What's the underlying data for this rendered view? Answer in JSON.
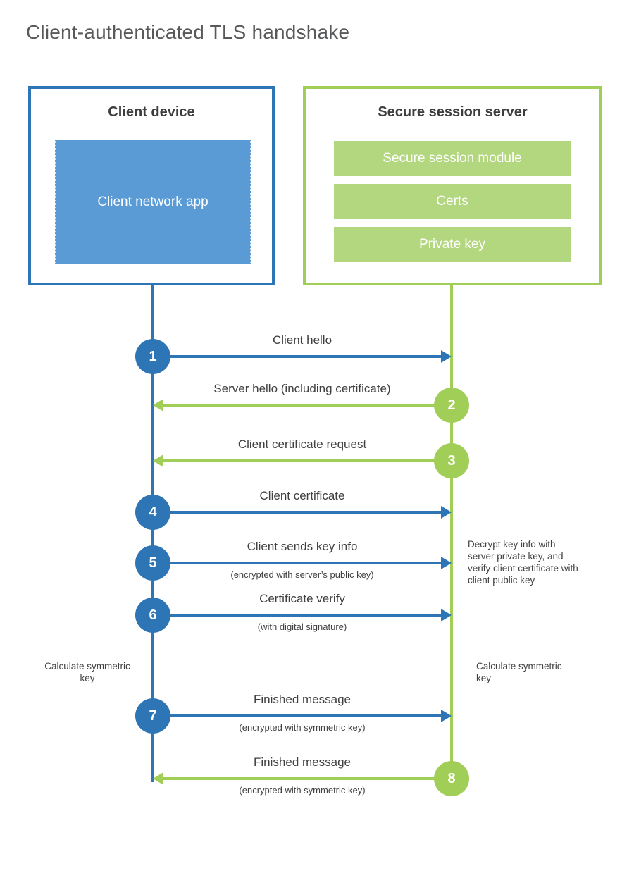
{
  "title": "Client-authenticated TLS handshake",
  "colors": {
    "blue_line": "#2e75b6",
    "blue_fill": "#5b9bd5",
    "green_line": "#a1ce56",
    "green_fill": "#b3d77e",
    "label_text": "#404040",
    "title_text": "#58595b"
  },
  "client": {
    "title": "Client device",
    "app_label": "Client network app"
  },
  "server": {
    "title": "Secure session server",
    "modules": [
      "Secure session module",
      "Certs",
      "Private key"
    ]
  },
  "steps": [
    {
      "num": "1",
      "direction": "client-to-server",
      "label": "Client hello",
      "sublabel": ""
    },
    {
      "num": "2",
      "direction": "server-to-client",
      "label": "Server hello (including certificate)",
      "sublabel": ""
    },
    {
      "num": "3",
      "direction": "server-to-client",
      "label": "Client certificate request",
      "sublabel": ""
    },
    {
      "num": "4",
      "direction": "client-to-server",
      "label": "Client certificate",
      "sublabel": ""
    },
    {
      "num": "5",
      "direction": "client-to-server",
      "label": "Client sends key info",
      "sublabel": "(encrypted with server’s public key)"
    },
    {
      "num": "6",
      "direction": "client-to-server",
      "label": "Certificate verify",
      "sublabel": "(with digital signature)"
    },
    {
      "num": "7",
      "direction": "client-to-server",
      "label": "Finished message",
      "sublabel": "(encrypted with symmetric key)"
    },
    {
      "num": "8",
      "direction": "server-to-client",
      "label": "Finished message",
      "sublabel": "(encrypted with symmetric key)"
    }
  ],
  "annotations": {
    "decrypt_note": "Decrypt key info with server private key, and verify client certificate with client public key",
    "calc_left": "Calculate symmetric key",
    "calc_right": "Calculate symmetric key"
  }
}
